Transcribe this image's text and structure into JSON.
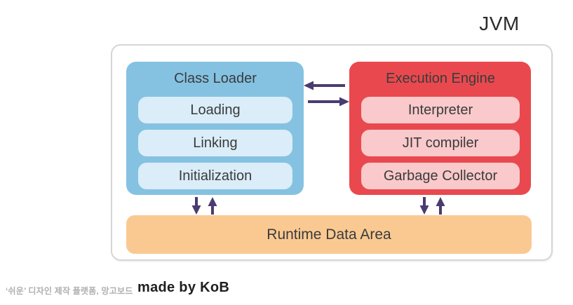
{
  "title": "JVM",
  "diagram": {
    "class_loader": {
      "title": "Class Loader",
      "items": [
        "Loading",
        "Linking",
        "Initialization"
      ]
    },
    "execution_engine": {
      "title": "Execution Engine",
      "items": [
        "Interpreter",
        "JIT compiler",
        "Garbage Collector"
      ]
    },
    "runtime_data_area": {
      "title": "Runtime Data Area"
    },
    "arrows": [
      "engine-to-loader-left-arrow",
      "loader-to-engine-right-arrow",
      "loader-to-runtime-down-arrow",
      "runtime-to-loader-up-arrow",
      "engine-to-runtime-down-arrow",
      "runtime-to-engine-up-arrow"
    ]
  },
  "watermark": {
    "platform_text": "‘쉬운’ 디자인 제작 플랫폼, 망고보드",
    "credit": "made by KoB"
  },
  "colors": {
    "loader_box": "#85c2e1",
    "loader_item": "#daedf8",
    "engine_box": "#e9494e",
    "engine_item": "#f9c9cb",
    "runtime_box": "#fac992",
    "arrow": "#4a3b70",
    "container_border": "#d5d5d5",
    "text": "#3b3b3b"
  }
}
